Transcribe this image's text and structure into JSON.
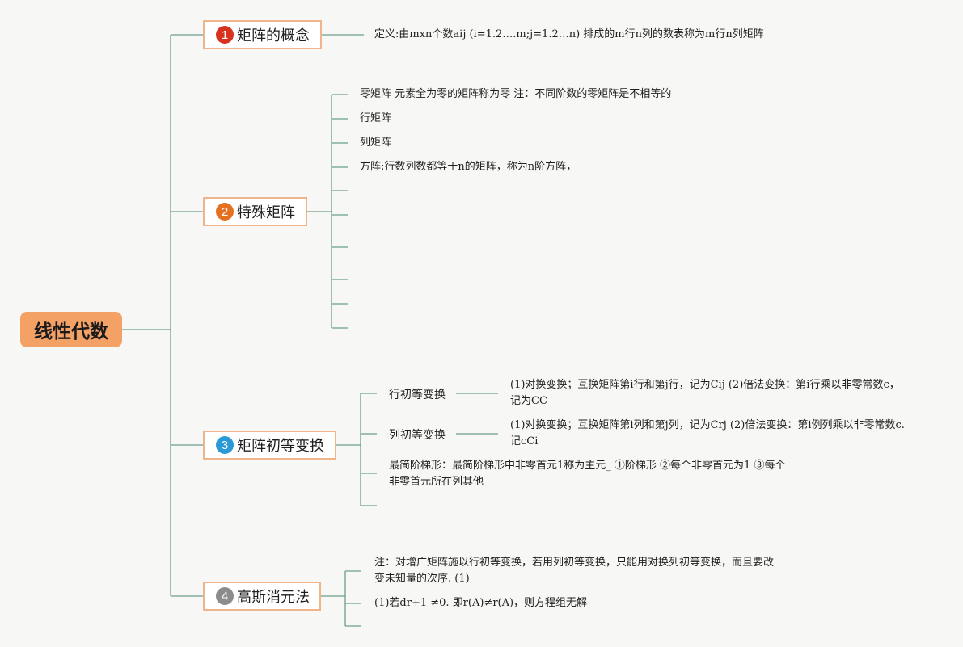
{
  "root": {
    "label": "线性代数"
  },
  "colors": {
    "line": "#6b9e8a",
    "root_fill": "#f4a166",
    "branch_border": "#f0b48a",
    "badge_1": "#d8321f",
    "badge_2": "#e4711f",
    "badge_3": "#2a9ad6",
    "badge_4": "#8c8c8c"
  },
  "branches": [
    {
      "number": "1",
      "label": "矩阵的概念",
      "leaves": [
        "定义:由mxn个数aij (i=1.2….m;j=1.2…n) 排成的m行n列的数表称为m行n列矩阵"
      ]
    },
    {
      "number": "2",
      "label": "特殊矩阵",
      "leaves": [
        "零矩阵 元素全为零的矩阵称为零 注：不同阶数的零矩阵是不相等的",
        "行矩阵",
        "列矩阵",
        "方阵:行数列数都等于n的矩阵，称为n阶方阵，"
      ]
    },
    {
      "number": "3",
      "label": "矩阵初等变换",
      "subs": [
        {
          "label": "行初等变换",
          "detail": "(1)对换变换；互换矩阵第i行和第j行，记为Cij (2)倍法变换：第i行乘以非零常数c，记为CC"
        },
        {
          "label": "列初等变换",
          "detail": "(1)对换变换；互换矩阵第i列和第j列，记为Crj (2)倍法变换：第i例列乘以非零常数c.记cCi"
        }
      ],
      "leaves": [
        "最简阶梯形：最简阶梯形中非零首元1称为主元_ ①阶梯形 ②每个非零首元为1 ③每个非零首元所在列其他"
      ]
    },
    {
      "number": "4",
      "label": "高斯消元法",
      "leaves": [
        "注：对增广矩阵施以行初等变换，若用列初等变换，只能用对换列初等变换，而且要改变未知量的次序. (1)",
        "(1)若dr+1 ≠0. 即r(A)≠r(A)，则方程组无解"
      ]
    }
  ]
}
